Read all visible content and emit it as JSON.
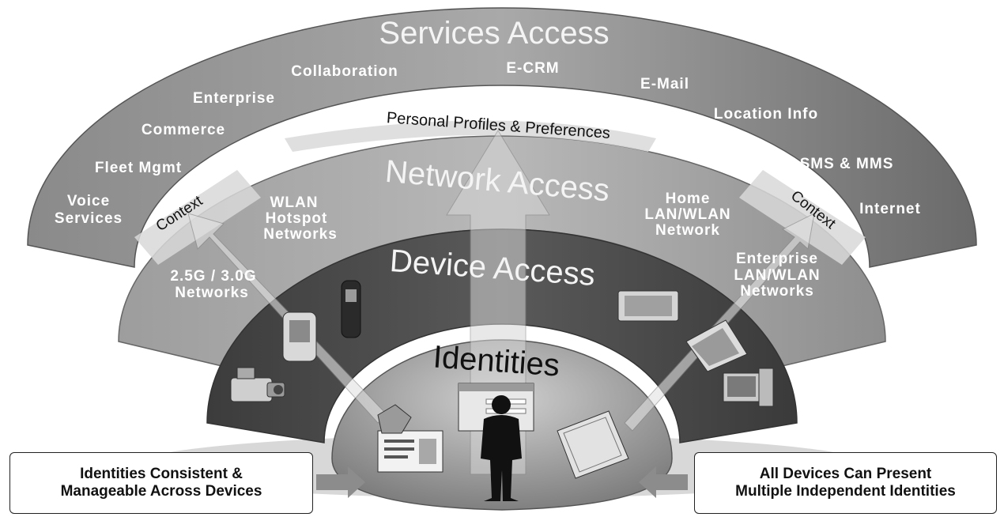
{
  "rings": {
    "services": "Services Access",
    "network": "Network Access",
    "device": "Device Access",
    "identities": "Identities"
  },
  "profiles": "Personal Profiles & Preferences",
  "context": {
    "left": "Context",
    "right": "Context"
  },
  "services": {
    "voice_1": "Voice",
    "voice_2": "Services",
    "fleet": "Fleet Mgmt",
    "commerce": "Commerce",
    "enterprise": "Enterprise",
    "collaboration": "Collaboration",
    "ecrm": "E-CRM",
    "email": "E-Mail",
    "location": "Location Info",
    "sms": "SMS & MMS",
    "internet": "Internet"
  },
  "networks": {
    "wlan_1": "WLAN",
    "wlan_2": "Hotspot",
    "wlan_3": "Networks",
    "g_1": "2.5G / 3.0G",
    "g_2": "Networks",
    "home_1": "Home",
    "home_2": "LAN/WLAN",
    "home_3": "Network",
    "ent_1": "Enterprise",
    "ent_2": "LAN/WLAN",
    "ent_3": "Networks"
  },
  "boxes": {
    "left_1": "Identities Consistent &",
    "left_2": "Manageable Across Devices",
    "right_1": "All Devices Can Present",
    "right_2": "Multiple Independent Identities"
  }
}
